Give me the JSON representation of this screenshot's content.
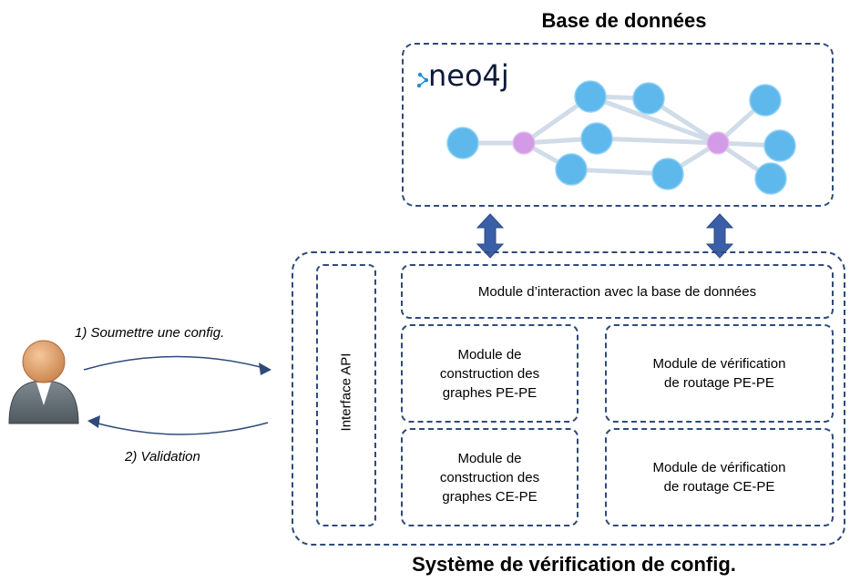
{
  "database": {
    "title": "Base de données",
    "logo_text": "neo4j"
  },
  "system": {
    "title": "Système de vérification de config.",
    "api_label": "Interface API",
    "interaction_module": "Module d’interaction avec la base de données",
    "modules": [
      {
        "lines": [
          "Module de",
          "construction des",
          "graphes PE-PE"
        ]
      },
      {
        "lines": [
          "Module de vérification",
          "de routage PE-PE"
        ]
      },
      {
        "lines": [
          "Module de",
          "construction des",
          "graphes CE-PE"
        ]
      },
      {
        "lines": [
          "Module de vérification",
          "de routage CE-PE"
        ]
      }
    ]
  },
  "flows": {
    "submit_label": "1) Soumettre une config.",
    "validation_label": "2) Validation"
  },
  "colors": {
    "dash": "#2f4a7a",
    "arrow": "#3a5fa8",
    "node_blue": "#5fb8ec",
    "node_purple": "#d39be6",
    "neo_blue": "#1b8fd6"
  }
}
